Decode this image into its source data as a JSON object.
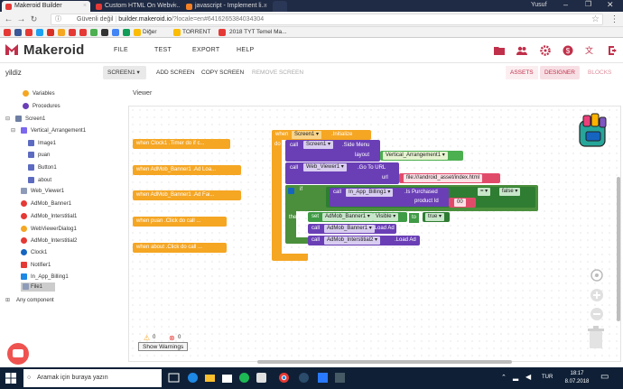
{
  "browser": {
    "tabs": [
      {
        "label": "Makeroid Builder",
        "active": true,
        "icon_color": "#e53935"
      },
      {
        "label": "Custom HTML On Webvi...",
        "active": false,
        "icon_color": "#e53935"
      },
      {
        "label": "javascript - Implement li...",
        "active": false,
        "icon_color": "#f48024"
      },
      {
        "label": "",
        "active": false,
        "icon_color": "#666666"
      }
    ],
    "user": "Yusuf",
    "security_text": "Güvenli değil",
    "url_host": "builder.makeroid.io",
    "url_rest": "/?locale=en#6416265384034304",
    "bookmarks": [
      "Diğer",
      "TORRENT",
      "2018 TYT Temel Ma..."
    ]
  },
  "app": {
    "brand": "Makeroid",
    "menu": [
      "FILE",
      "TEST",
      "EXPORT",
      "HELP"
    ],
    "project_name": "yildiz",
    "toolbar": {
      "screen_select": "SCREEN1 ▾",
      "add_screen": "ADD SCREEN",
      "copy_screen": "COPY SCREEN",
      "remove_screen": "REMOVE SCREEN",
      "assets": "ASSETS",
      "designer": "DESIGNER",
      "blocks": "BLOCKS"
    },
    "viewer_label": "Viewer",
    "accent": "#c0304a"
  },
  "tree": {
    "items": [
      {
        "label": "Variables",
        "color": "#f5a623",
        "round": true
      },
      {
        "label": "Procedures",
        "color": "#6a3fb6",
        "round": true
      },
      {
        "label": "Screen1",
        "color": "#6e7fa3"
      },
      {
        "label": "Vertical_Arrangement1",
        "color": "#7b68ee"
      },
      {
        "label": "Image1",
        "color": "#5c6bc0"
      },
      {
        "label": "puan",
        "color": "#5c6bc0"
      },
      {
        "label": "Button1",
        "color": "#5c6bc0"
      },
      {
        "label": "about",
        "color": "#5c6bc0"
      },
      {
        "label": "Web_Viewer1",
        "color": "#8d9bb8"
      },
      {
        "label": "AdMob_Banner1",
        "color": "#e53935"
      },
      {
        "label": "AdMob_Interstitial1",
        "color": "#e53935"
      },
      {
        "label": "WebViewerDialog1",
        "color": "#f5a623"
      },
      {
        "label": "AdMob_Interstitial2",
        "color": "#e53935"
      },
      {
        "label": "Clock1",
        "color": "#1565c0"
      },
      {
        "label": "Notifier1",
        "color": "#e53935"
      },
      {
        "label": "In_App_Billing1",
        "color": "#1e88e5"
      },
      {
        "label": "File1",
        "color": "#8d9bb8"
      },
      {
        "label": "Any component",
        "color": "#6e7fa3"
      }
    ]
  },
  "blocks": {
    "collapsed": [
      "when  Clock1 .Timer do if c...",
      "when  AdMob_Banner1 .Ad Loa...",
      "when  AdMob_Banner1 .Ad Fai...",
      "when  puan .Click do call ...",
      "when  about .Click do call ..."
    ],
    "event": {
      "when": "when",
      "component": "Screen1 ▾",
      "event_name": ".Initialize",
      "do": "do"
    },
    "call1": {
      "call": "call",
      "component": "Screen1 ▾",
      "method": ".Side Menu",
      "param": "layout",
      "value": "Vertical_Arrangement1 ▾"
    },
    "call2": {
      "call": "call",
      "component": "Web_Viewer1 ▾",
      "method": ".Go To URL",
      "param": "url",
      "value": "file:///android_asset/index.html"
    },
    "ifblock": {
      "if": "if",
      "then": "then"
    },
    "call3": {
      "call": "call",
      "component": "In_App_Billing1 ▾",
      "method": ".Is Purchased",
      "param": "product Id",
      "value": "00",
      "op": "= ▾",
      "bool": "false ▾"
    },
    "set1": {
      "set": "set",
      "component": "AdMob_Banner1 ▾",
      "prop": "Visible ▾",
      "to": "to",
      "bool": "true ▾"
    },
    "call4": {
      "call": "call",
      "component": "AdMob_Banner1 ▾",
      "method": ".Load Ad"
    },
    "call5": {
      "call": "call",
      "component": "AdMob_Interstitial2 ▾",
      "method": ".Load Ad"
    }
  },
  "warnings": {
    "warn_count": "0",
    "error_count": "0",
    "show_button": "Show Warnings"
  },
  "taskbar": {
    "search_placeholder": "Aramak için buraya yazın",
    "language": "TUR",
    "time": "18:17",
    "date": "8.07.2018"
  }
}
